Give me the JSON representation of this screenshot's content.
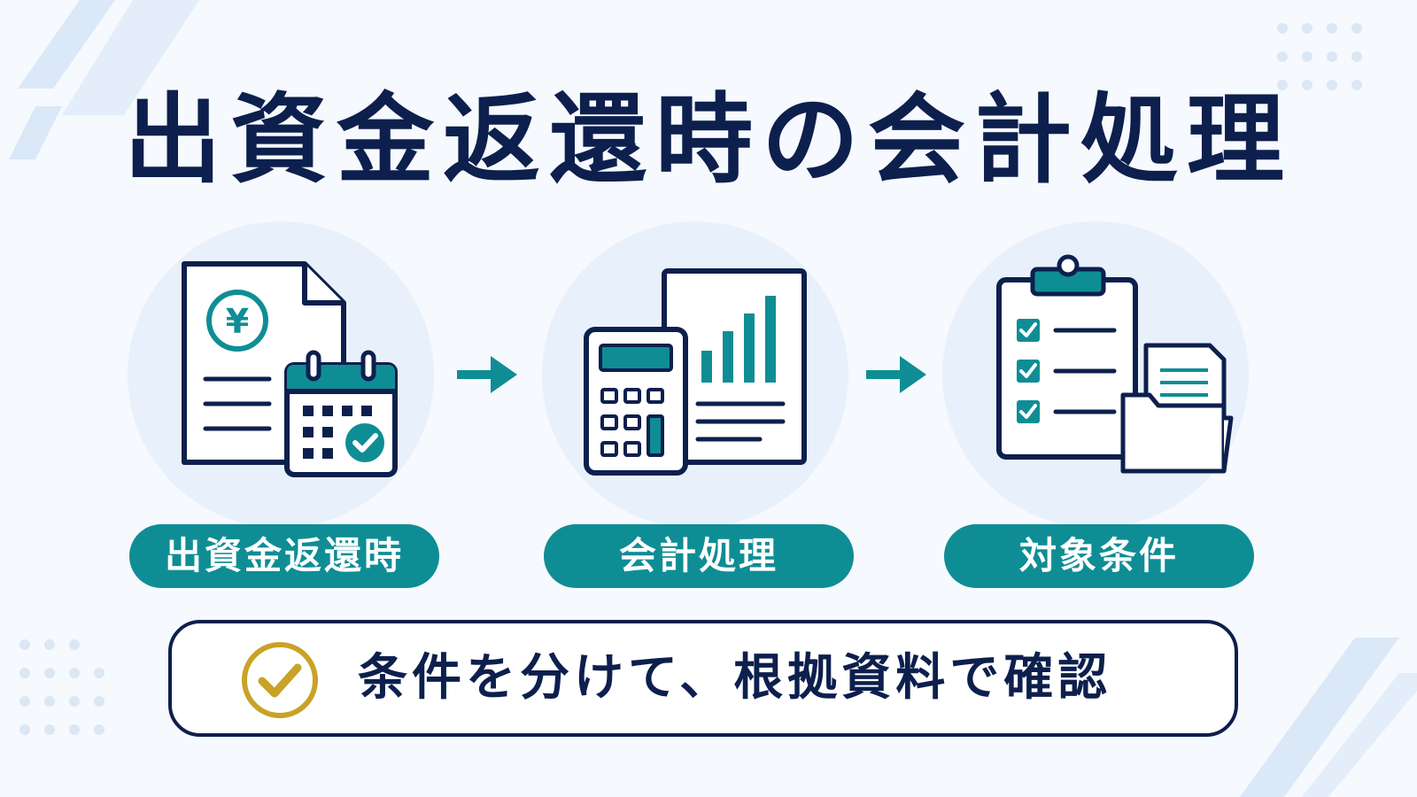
{
  "title": "出資金返還時の会計処理",
  "steps": [
    {
      "label": "出資金返還時",
      "icon": "document-yen-calendar-icon"
    },
    {
      "label": "会計処理",
      "icon": "calculator-report-icon"
    },
    {
      "label": "対象条件",
      "icon": "clipboard-checklist-folder-icon"
    }
  ],
  "yen_symbol": "¥",
  "banner": {
    "text": "条件を分けて、根拠資料で確認",
    "icon": "check-circle-icon"
  },
  "colors": {
    "navy": "#0d1f4d",
    "teal": "#0f8d95",
    "gold": "#c9a227",
    "light_blue": "#e8f1fb",
    "background": "#f6f9fd"
  }
}
